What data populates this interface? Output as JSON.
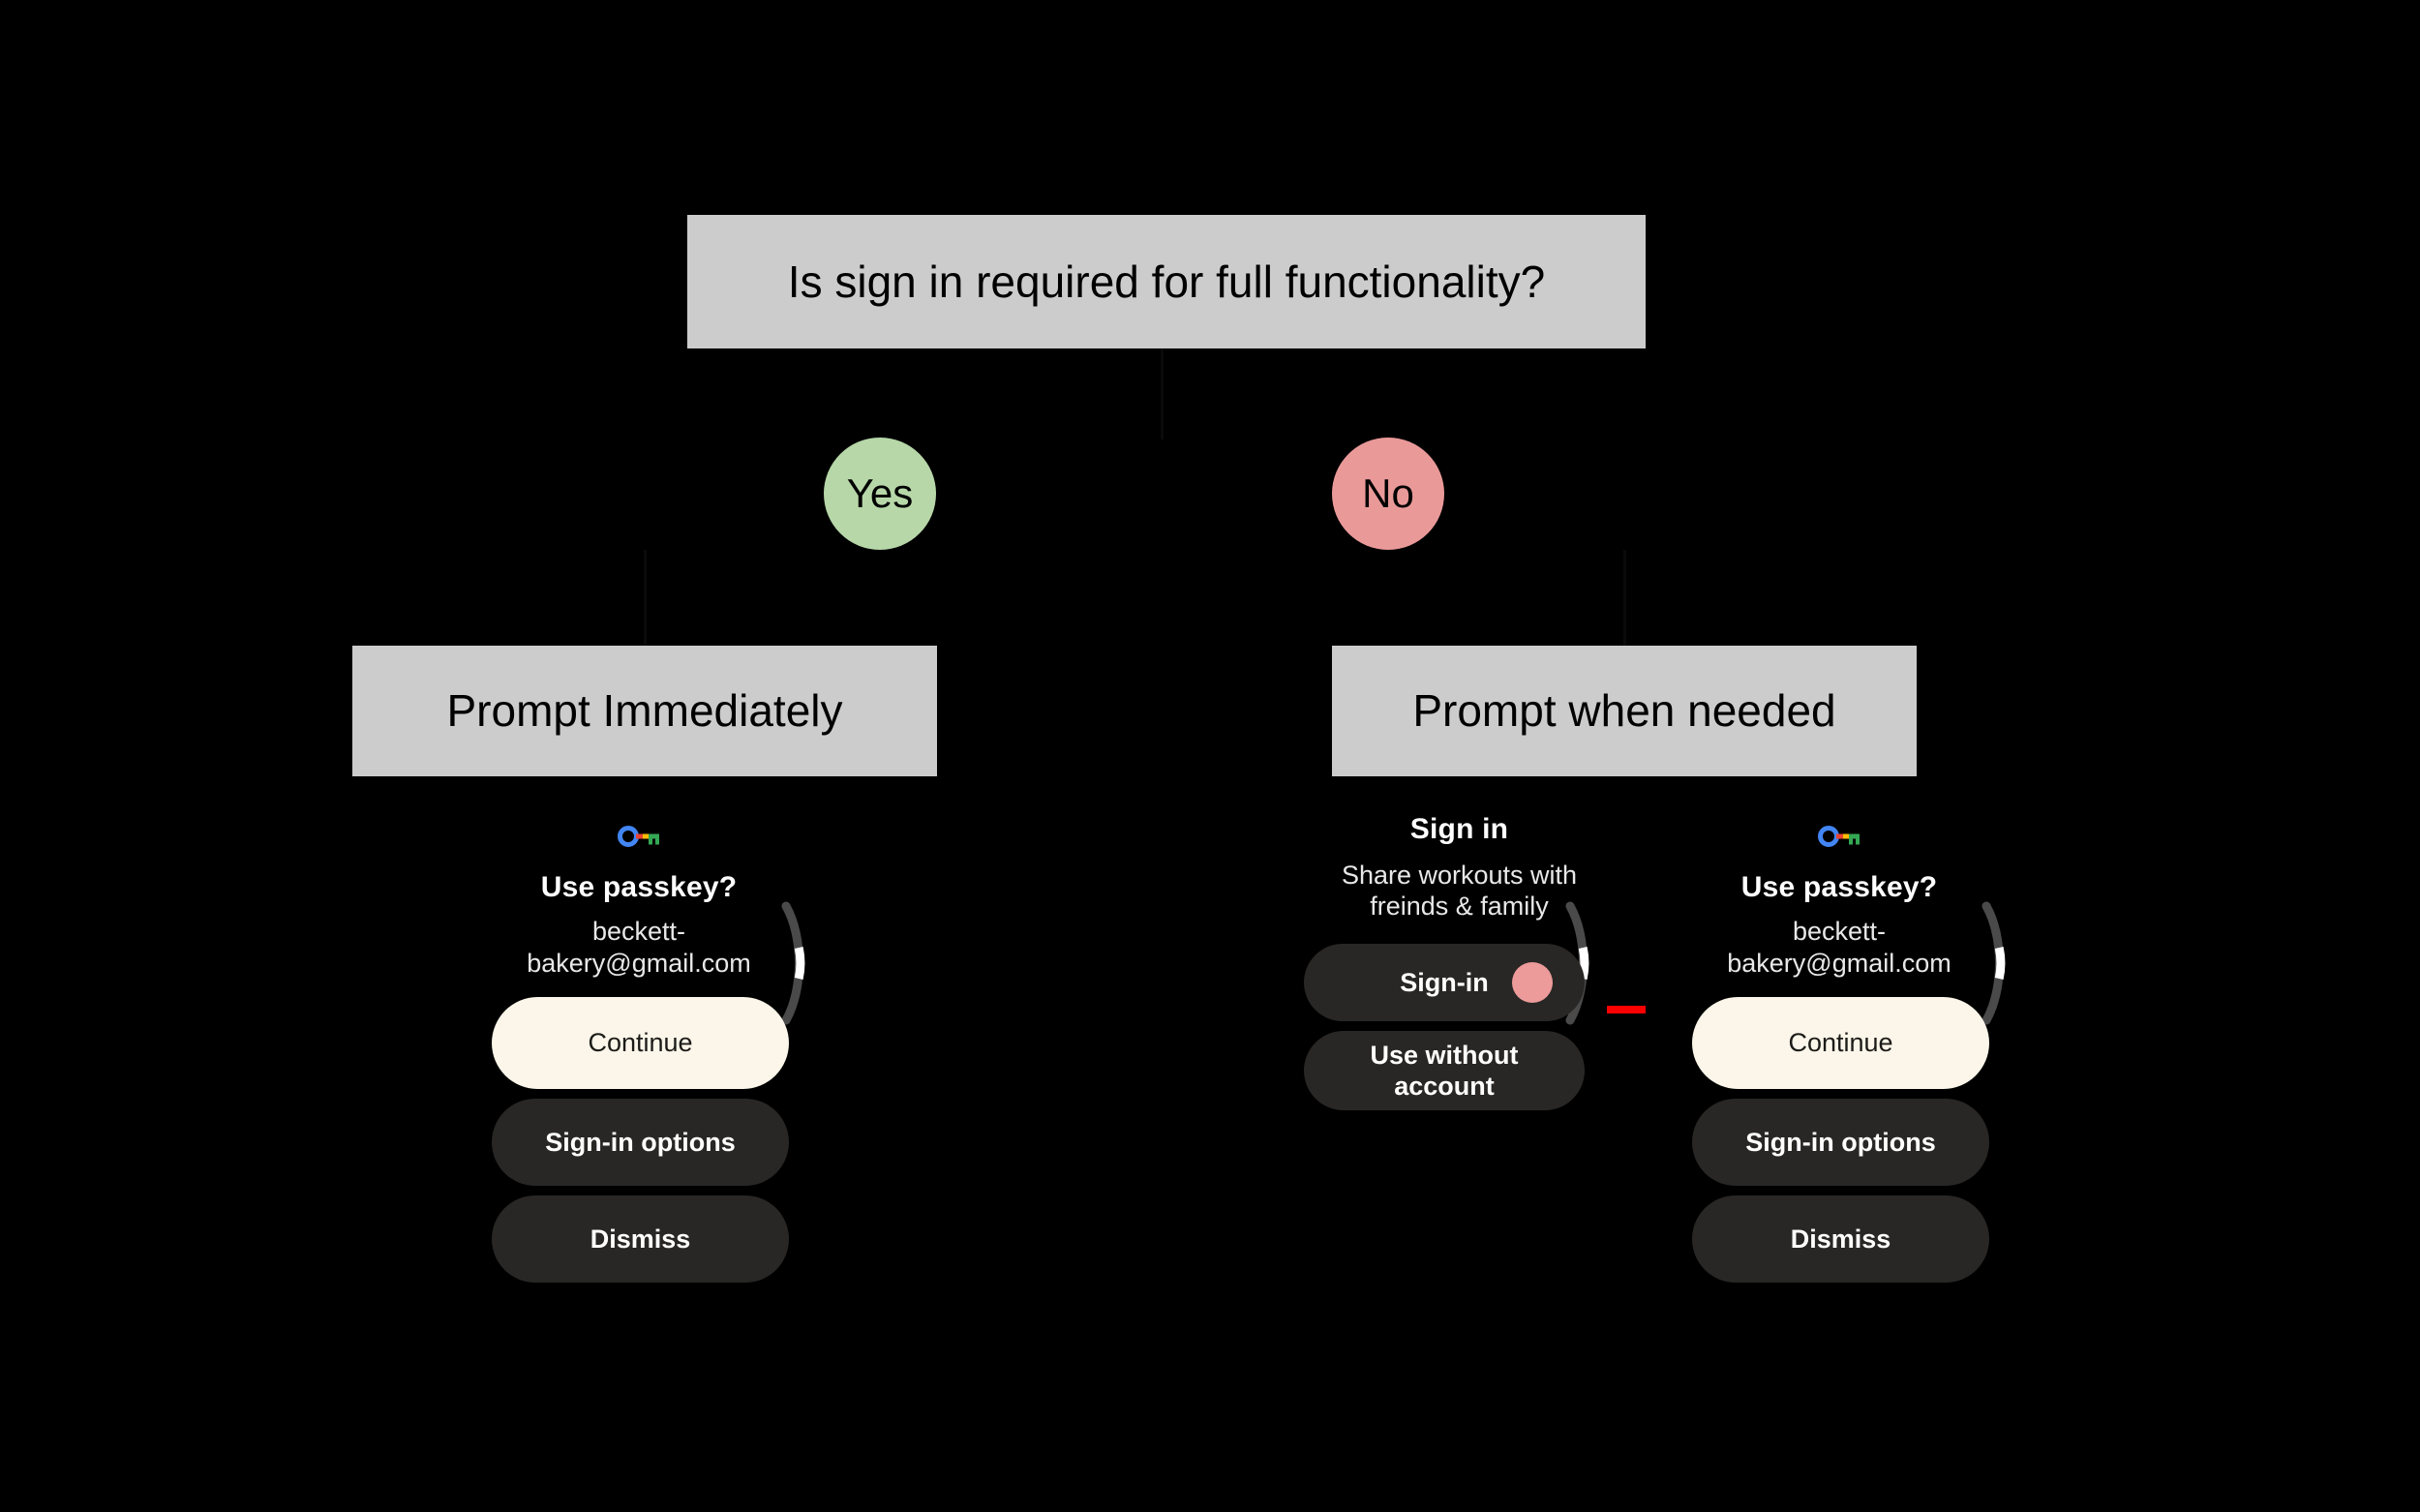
{
  "diagram": {
    "title": "Is sign in required for full functionality?",
    "branches": [
      {
        "label": "Yes",
        "color": "#b7d7a8"
      },
      {
        "label": "No",
        "color": "#ea9999"
      }
    ],
    "outcomes": [
      {
        "label": "Prompt Immediately"
      },
      {
        "label": "Prompt when needed"
      }
    ],
    "box_fill": "#cccccc",
    "box_text_color": "#000000",
    "background": "#000000",
    "annotation_arrow_color": "#ff0000"
  },
  "panels": {
    "left": {
      "icon": "google-passkey-icon",
      "title": "Use passkey?",
      "subtitle_line1": "beckett-",
      "subtitle_line2": "bakery@gmail.com",
      "buttons": [
        {
          "label": "Continue",
          "style": "light"
        },
        {
          "label": "Sign-in options",
          "style": "dark"
        },
        {
          "label": "Dismiss",
          "style": "dark"
        }
      ]
    },
    "middle": {
      "title": "Sign in",
      "subtitle_line1": "Share workouts with",
      "subtitle_line2": "freinds & family",
      "buttons": [
        {
          "label": "Sign-in",
          "style": "dark"
        },
        {
          "label": "Use without\naccount",
          "style": "dark"
        }
      ],
      "cursor_dot_color": "#ec9a9a"
    },
    "right": {
      "icon": "google-passkey-icon",
      "title": "Use passkey?",
      "subtitle_line1": "beckett-",
      "subtitle_line2": "bakery@gmail.com",
      "buttons": [
        {
          "label": "Continue",
          "style": "light"
        },
        {
          "label": "Sign-in options",
          "style": "dark"
        },
        {
          "label": "Dismiss",
          "style": "dark"
        }
      ]
    }
  },
  "colors": {
    "pill_dark": "#282725",
    "pill_light": "#fbf6e9",
    "scroll_track": "#4a4a4a",
    "scroll_thumb": "#ffffff",
    "passkey_blue": "#4285f4",
    "passkey_yellow": "#fbbc05",
    "passkey_red": "#ea4335",
    "passkey_green": "#34a853"
  }
}
